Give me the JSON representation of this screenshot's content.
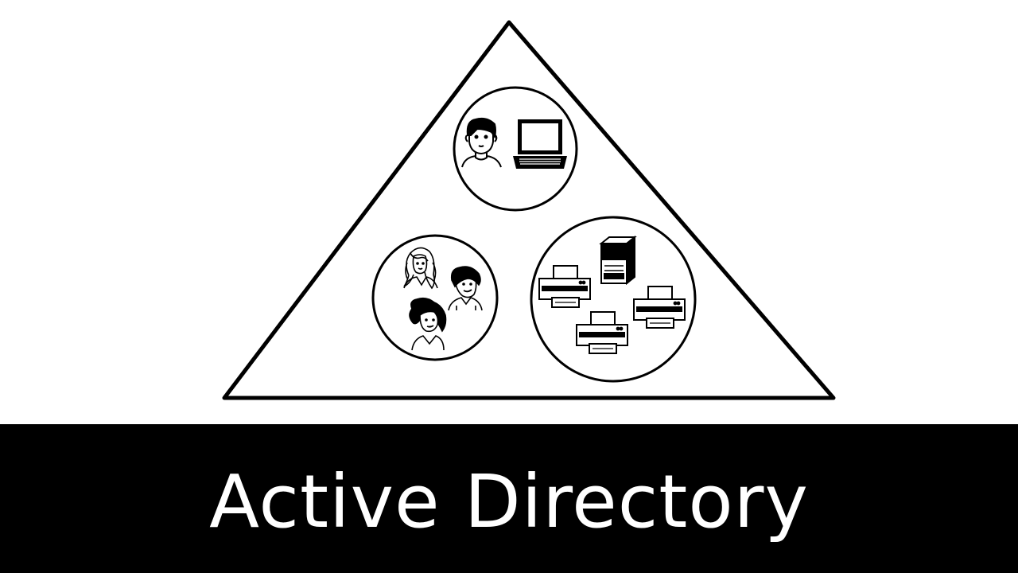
{
  "title": "Active Directory",
  "colors": {
    "background": "#ffffff",
    "ink": "#000000",
    "title_text": "#ffffff"
  },
  "diagram": {
    "shape": "triangle",
    "groups": [
      {
        "id": "user-and-computer",
        "icons": [
          "man-icon",
          "laptop-icon"
        ]
      },
      {
        "id": "people",
        "icons": [
          "woman-long-hair-icon",
          "man-curly-hair-icon",
          "woman-curly-hair-icon"
        ]
      },
      {
        "id": "devices",
        "icons": [
          "server-icon",
          "printer-icon",
          "printer-icon",
          "printer-icon"
        ]
      }
    ]
  }
}
